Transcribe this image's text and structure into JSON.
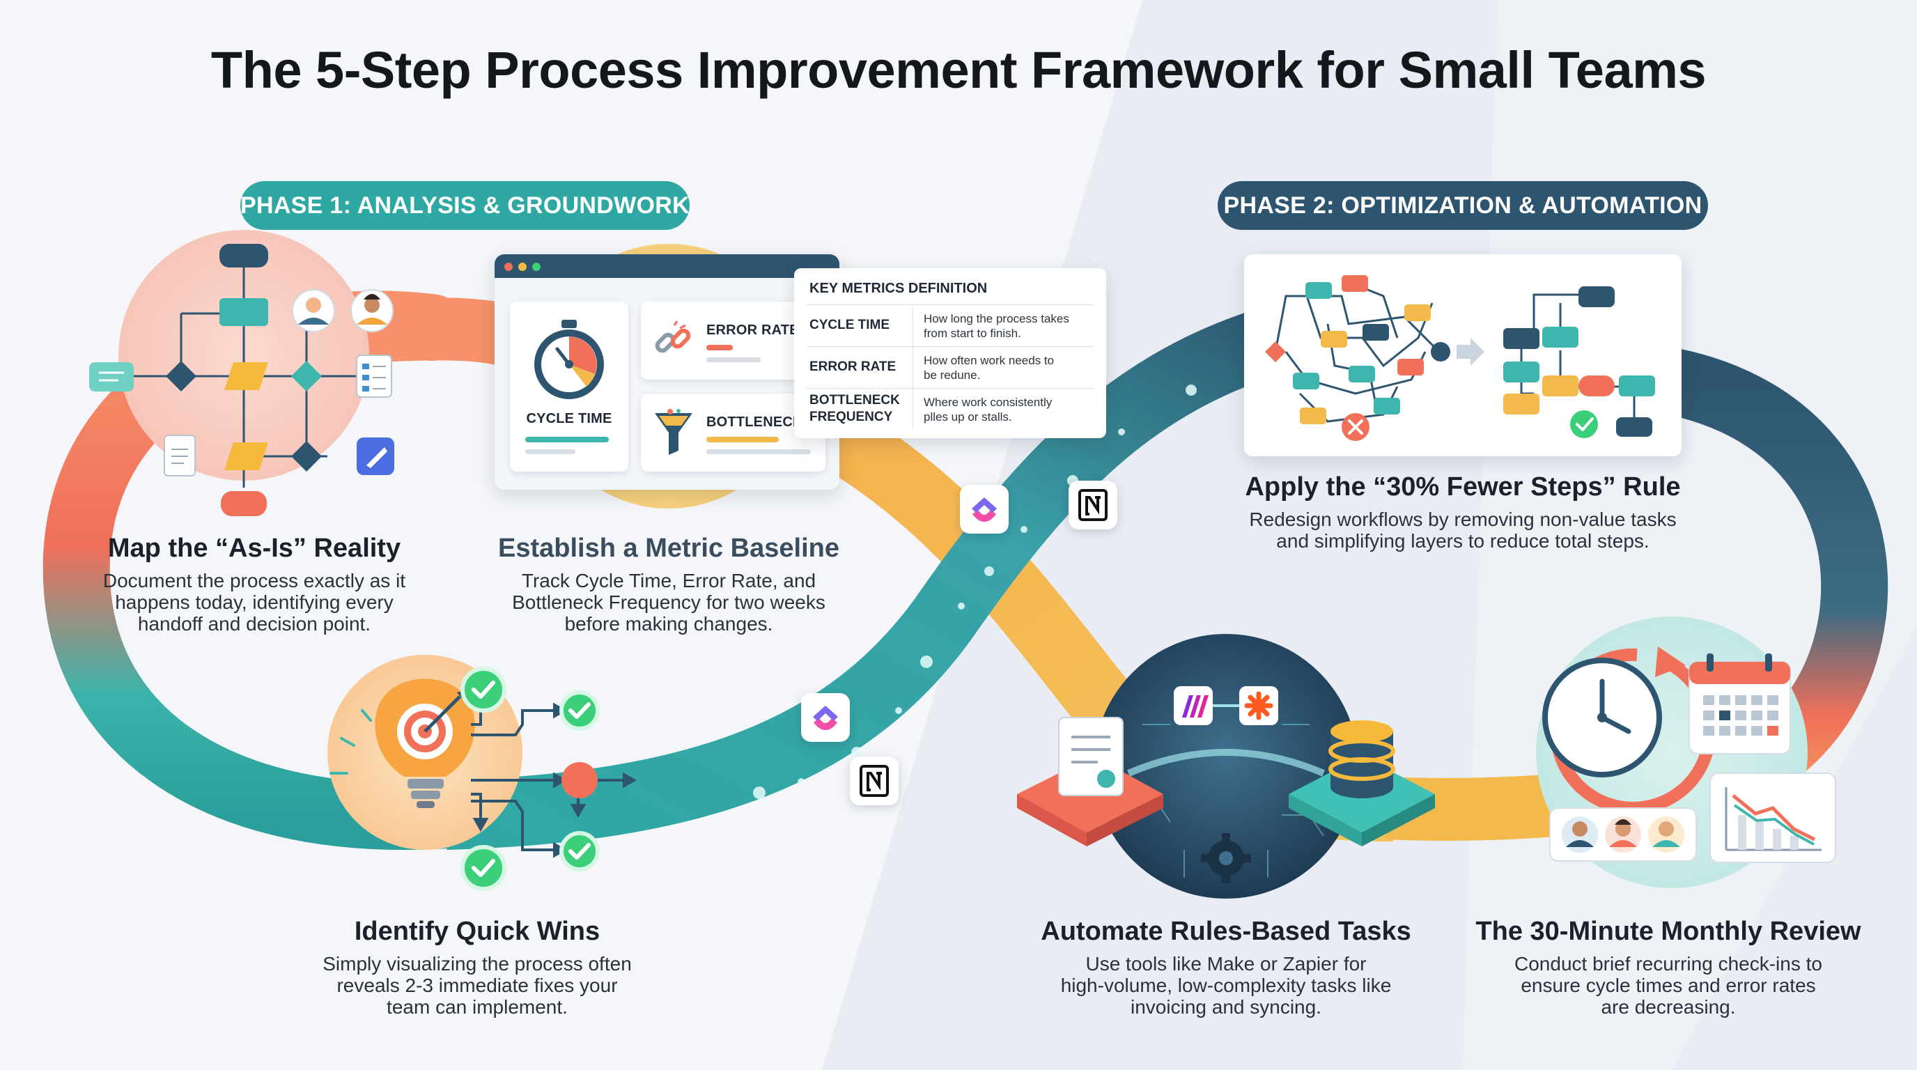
{
  "title": "The 5-Step Process Improvement Framework for Small Teams",
  "phases": [
    {
      "label": "PHASE 1: ANALYSIS & GROUNDWORK",
      "color": "#2fa8a3"
    },
    {
      "label": "PHASE 2: OPTIMIZATION & AUTOMATION",
      "color": "#2d5570"
    }
  ],
  "steps": [
    {
      "title": "Map the “As-Is” Reality",
      "lines": [
        "Document the process exactly as it",
        "happens today, identifying every",
        "handoff and decision point."
      ]
    },
    {
      "title": "Establish a Metric Baseline",
      "lines": [
        "Track Cycle Time, Error Rate, and",
        "Bottleneck Frequency for two weeks",
        "before making changes."
      ]
    },
    {
      "title": "Identify Quick Wins",
      "lines": [
        "Simply visualizing the process often",
        "reveals 2-3 immediate fixes your",
        "team can implement."
      ]
    },
    {
      "title": "Apply the “30% Fewer Steps” Rule",
      "lines": [
        "Redesign workflows by removing non-value tasks",
        "and simplifying layers to reduce total steps."
      ]
    },
    {
      "title": "Automate Rules-Based Tasks",
      "lines": [
        "Use tools like Make or Zapier for",
        "high-volume, low-complexity tasks like",
        "invoicing and syncing."
      ]
    },
    {
      "title": "The 30-Minute Monthly Review",
      "lines": [
        "Conduct brief recurring check-ins to",
        "ensure cycle times and error rates",
        "are decreasing."
      ]
    }
  ],
  "dashboard": {
    "cycle_time": "CYCLE TIME",
    "error_rate": "ERROR RATE",
    "bottlenecks": "BOTTLENECKS"
  },
  "metrics_table": {
    "heading": "KEY METRICS DEFINITION",
    "rows": [
      {
        "term": [
          "CYCLE TIME"
        ],
        "definition": [
          "How long the process takes",
          "from start to finish."
        ]
      },
      {
        "term": [
          "ERROR RATE"
        ],
        "definition": [
          "How often work needs to",
          "be redune."
        ]
      },
      {
        "term": [
          "BOTTLENECK",
          "FREQUENCY"
        ],
        "definition": [
          "Where work consistently",
          "plles up or stalls."
        ]
      }
    ]
  },
  "colors": {
    "teal": "#2fa8a3",
    "navy": "#2d5570",
    "coral": "#f0705a",
    "yellow": "#f3b94a",
    "green": "#3ccf7a"
  },
  "icons": [
    "stopwatch-icon",
    "broken-link-icon",
    "funnel-icon",
    "lightbulb-target-icon",
    "check-icon",
    "clock-icon",
    "calendar-icon",
    "trend-chart-icon",
    "database-icon",
    "document-icon",
    "gear-icon",
    "clickup-logo",
    "notion-logo",
    "make-logo",
    "zapier-logo",
    "avatar-icon"
  ]
}
